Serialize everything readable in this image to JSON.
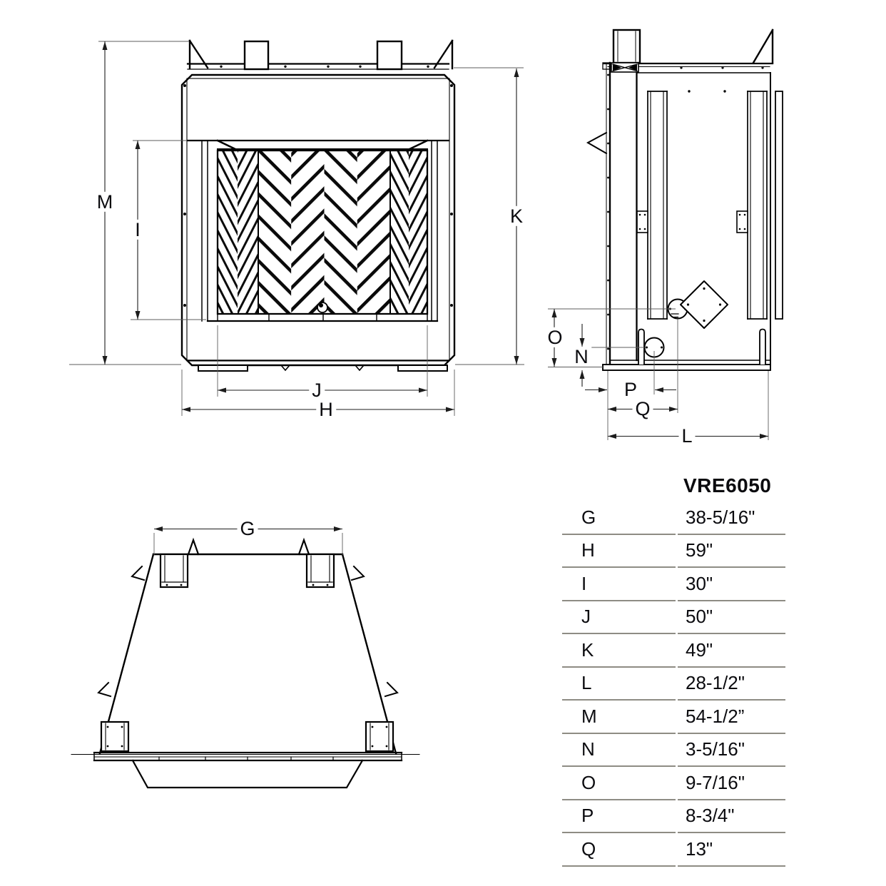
{
  "table": {
    "title": "VRE6050",
    "rows": [
      {
        "label": "G",
        "value": "38-5/16\""
      },
      {
        "label": "H",
        "value": "59\""
      },
      {
        "label": "I",
        "value": "30\""
      },
      {
        "label": "J",
        "value": "50\""
      },
      {
        "label": "K",
        "value": "49\""
      },
      {
        "label": "L",
        "value": "28-1/2\""
      },
      {
        "label": "M",
        "value": "54-1/2”"
      },
      {
        "label": "N",
        "value": "3-5/16\""
      },
      {
        "label": "O",
        "value": "9-7/16\""
      },
      {
        "label": "P",
        "value": "8-3/4\""
      },
      {
        "label": "Q",
        "value": "13\""
      }
    ]
  },
  "dim_labels": {
    "g": "G",
    "h": "H",
    "i": "I",
    "j": "J",
    "k": "K",
    "l": "L",
    "m": "M",
    "n": "N",
    "o": "O",
    "p": "P",
    "q": "Q"
  },
  "colors": {
    "line": "#000000",
    "dimension_line": "#1c1c1c",
    "extension_line": "#5c5c5c",
    "table_rule": "#8e8c84",
    "text": "#0b0b0f"
  }
}
